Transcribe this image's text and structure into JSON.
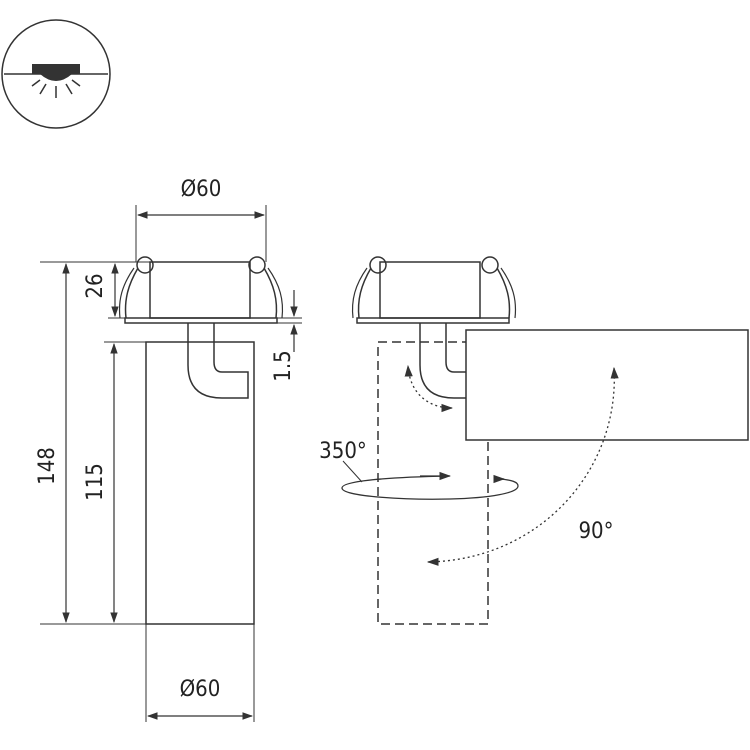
{
  "dimensions": {
    "top_diameter": "Ø60",
    "bottom_diameter": "Ø60",
    "total_height": "148",
    "body_height": "115",
    "flange_height": "26",
    "flange_thickness": "1.5"
  },
  "rotation": {
    "horizontal_angle": "350°",
    "tilt_angle": "90°"
  },
  "icons": {
    "mount_type": "recessed-ceiling-light-icon"
  },
  "colors": {
    "line": "#333333",
    "fill_dark": "#333333",
    "background": "#ffffff"
  }
}
